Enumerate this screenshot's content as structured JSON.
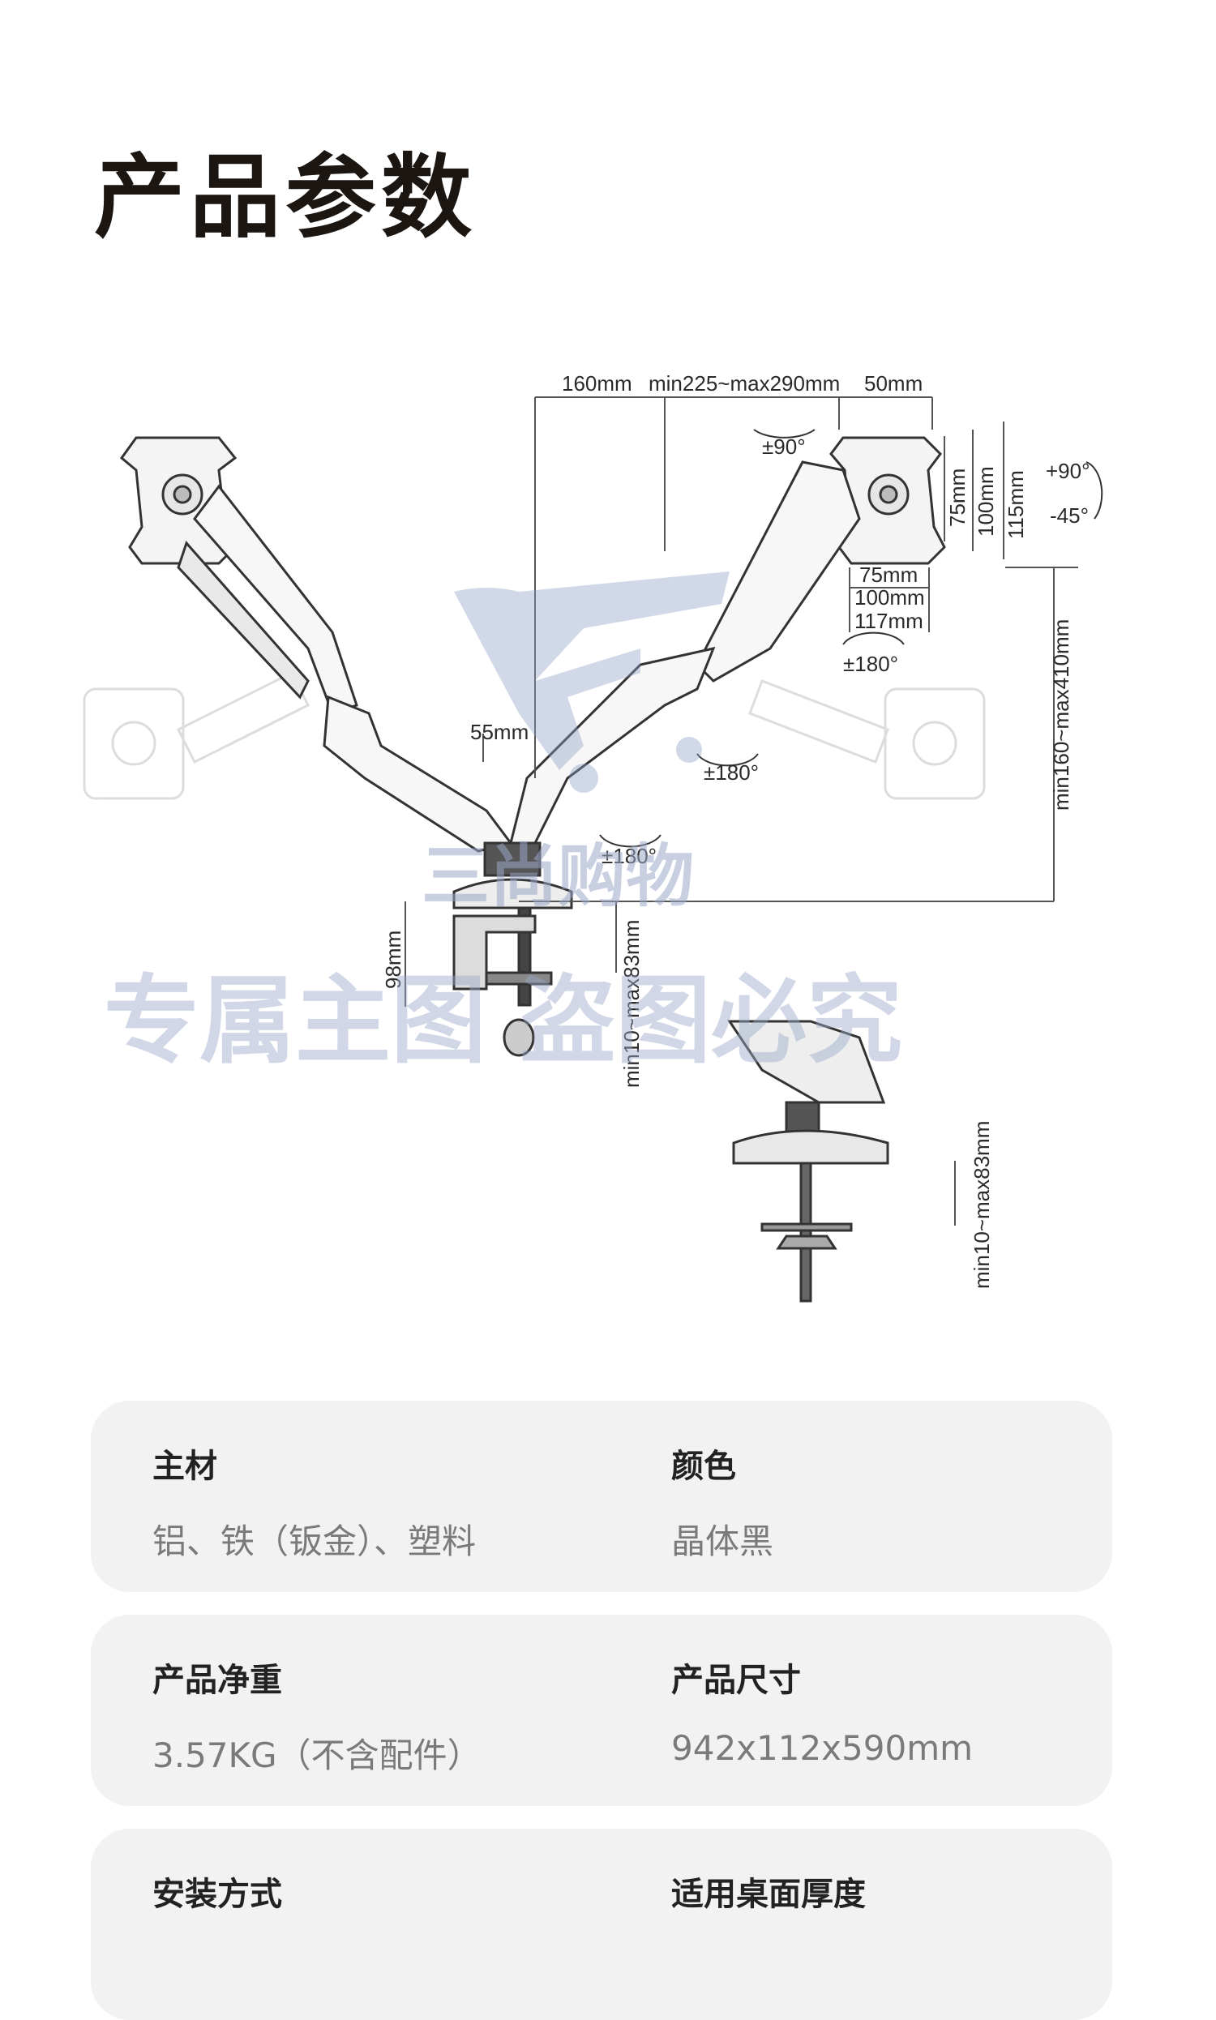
{
  "title": "产品参数",
  "diagram": {
    "dimensions": {
      "top_160": "160mm",
      "top_reach": "min225~max290mm",
      "top_50": "50mm",
      "rot_90": "±90°",
      "tilt_up": "+90°",
      "tilt_down": "-45°",
      "vesa_75_v": "75mm",
      "vesa_100_v": "100mm",
      "vesa_115_v": "115mm",
      "vesa_75_h": "75mm",
      "vesa_100_h": "100mm",
      "vesa_117_h": "117mm",
      "swivel_180_a": "±180°",
      "swivel_180_b": "±180°",
      "swivel_180_c": "±180°",
      "height_range": "min160~max410mm",
      "gap_55": "55mm",
      "base_98": "98mm",
      "clamp_range_a": "min10~max83mm",
      "clamp_range_b": "min10~max83mm"
    },
    "watermark": {
      "brand": "三尚购物",
      "notice": "专属主图  盗图必究"
    }
  },
  "specs": [
    {
      "left": {
        "label": "主材",
        "value": "铝、铁（钣金）、塑料"
      },
      "right": {
        "label": "颜色",
        "value": "晶体黑"
      }
    },
    {
      "left": {
        "label": "产品净重",
        "value": "3.57KG（不含配件）"
      },
      "right": {
        "label": "产品尺寸",
        "value": "942x112x590mm"
      }
    },
    {
      "left": {
        "label": "安装方式",
        "value": ""
      },
      "right": {
        "label": "适用桌面厚度",
        "value": ""
      }
    }
  ]
}
